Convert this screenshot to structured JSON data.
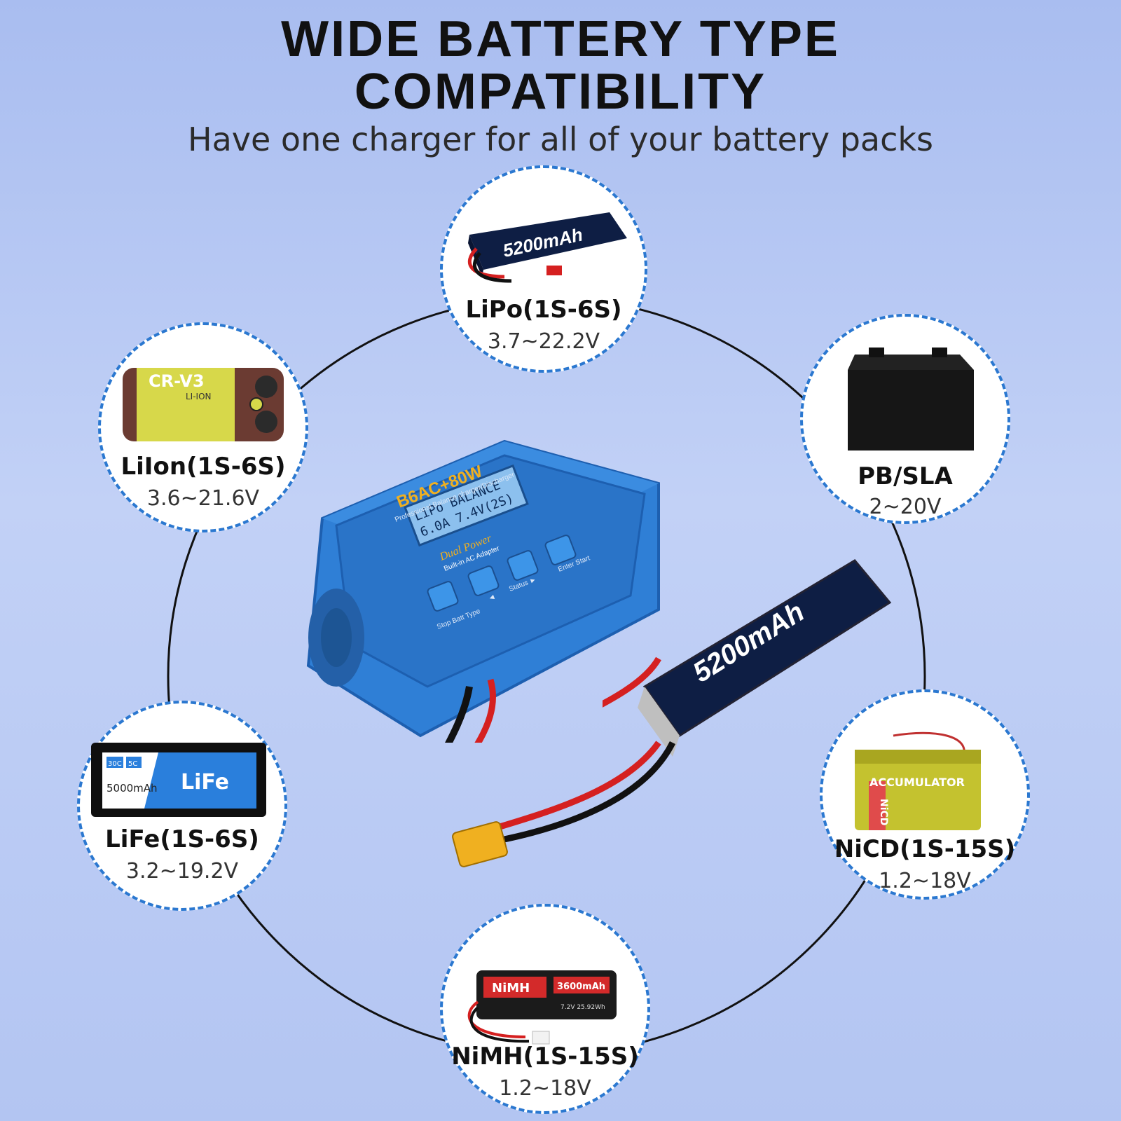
{
  "header": {
    "title_line1": "WIDE BATTERY TYPE",
    "title_line2": "COMPATIBILITY",
    "subtitle": "Have one charger for all of your battery packs"
  },
  "charger": {
    "brand": "B6AC+80W",
    "tagline": "Professional Balance charger/Discharger",
    "lcd_line1": "LiPo BALANCE",
    "lcd_line2": "6.0A     7.4V(2S)",
    "feature_1": "Dual Power",
    "feature_2": "Built-in AC Adapter",
    "button_left_label": "Stop Batt Type",
    "button_mid1_label": "◄",
    "button_mid2_label": "Status ►",
    "button_right_label": "Enter Start"
  },
  "center_pack": {
    "capacity": "5200mAh"
  },
  "batteries": {
    "lipo": {
      "type": "LiPo(1S-6S)",
      "voltage": "3.7~22.2V",
      "capacity": "5200mAh"
    },
    "liion": {
      "type": "LiIon(1S-6S)",
      "voltage": "3.6~21.6V",
      "label": "CR-V3",
      "sublabel": "LI-ION"
    },
    "pbsla": {
      "type": "PB/SLA",
      "voltage": "2~20V"
    },
    "life": {
      "type": "LiFe(1S-6S)",
      "voltage": "3.2~19.2V",
      "label": "LiFe",
      "capacity": "5000mAh",
      "rate1": "30C",
      "rate2": "5C"
    },
    "nicd": {
      "type": "NiCD(1S-15S)",
      "voltage": "1.2~18V",
      "label": "ACCUMULATOR",
      "side": "NiCD"
    },
    "nimh": {
      "type": "NiMH(1S-15S)",
      "voltage": "1.2~18V",
      "label": "NiMH",
      "capacity": "3600mAh",
      "spec": "7.2V 25.92Wh"
    }
  },
  "colors": {
    "accent": "#2b78d0",
    "charger": "#2f7fd6"
  }
}
